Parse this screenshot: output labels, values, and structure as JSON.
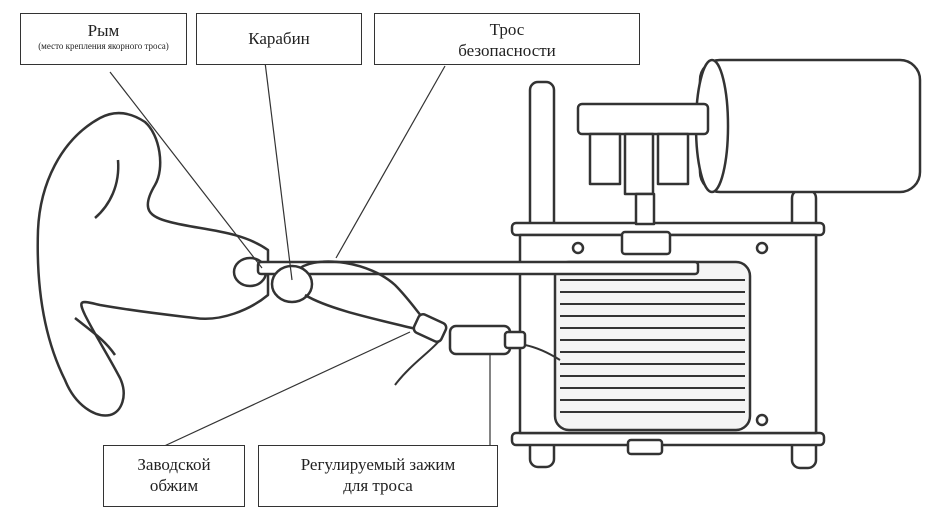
{
  "labels": {
    "eye": {
      "title": "Рым",
      "subtitle": "(место крепления якорного троса)"
    },
    "carabiner": {
      "title": "Карабин"
    },
    "safety_cable": {
      "line1": "Трос",
      "line2": "безопасности"
    },
    "factory_crimp": {
      "line1": "Заводской",
      "line2": "обжим"
    },
    "adjustable_clamp": {
      "line1": "Регулируемый зажим",
      "line2": "для троса"
    }
  },
  "colors": {
    "line": "#333333",
    "fill": "#ffffff",
    "shade": "#e8e8e8"
  }
}
